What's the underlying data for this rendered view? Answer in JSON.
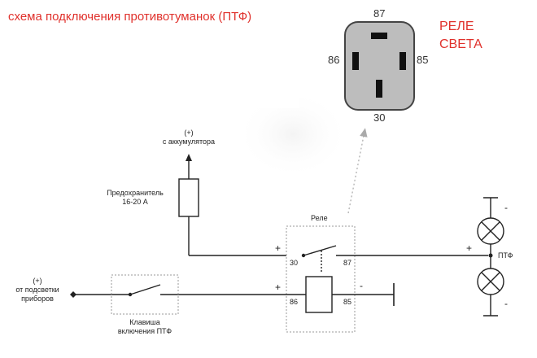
{
  "title": "схема подключения противотуманок (ПТФ)",
  "relay_label": [
    "РЕЛЕ",
    "СВЕТА"
  ],
  "relay_pins": {
    "top": "87",
    "left": "86",
    "right": "85",
    "bottom": "30"
  },
  "battery": {
    "sign": "(+)",
    "label": "с аккумулятора"
  },
  "fuse": {
    "line1": "Предохранитель",
    "line2": "16-20 А"
  },
  "relay_box_label": "Реле",
  "dashboard": {
    "sign": "(+)",
    "line1": "от подсветки",
    "line2": "приборов"
  },
  "switch_label": {
    "line1": "Клавиша",
    "line2": "включения ПТФ"
  },
  "schematic_pins": {
    "p30": "30",
    "p87": "87",
    "p86": "86",
    "p85": "85"
  },
  "signs": {
    "plus_top": "+",
    "plus_bottom": "+",
    "minus_coil": "-",
    "plus_lamp": "+",
    "minus_lamp_top": "-",
    "minus_lamp_bottom": "-"
  },
  "lamp_label": "ПТФ"
}
